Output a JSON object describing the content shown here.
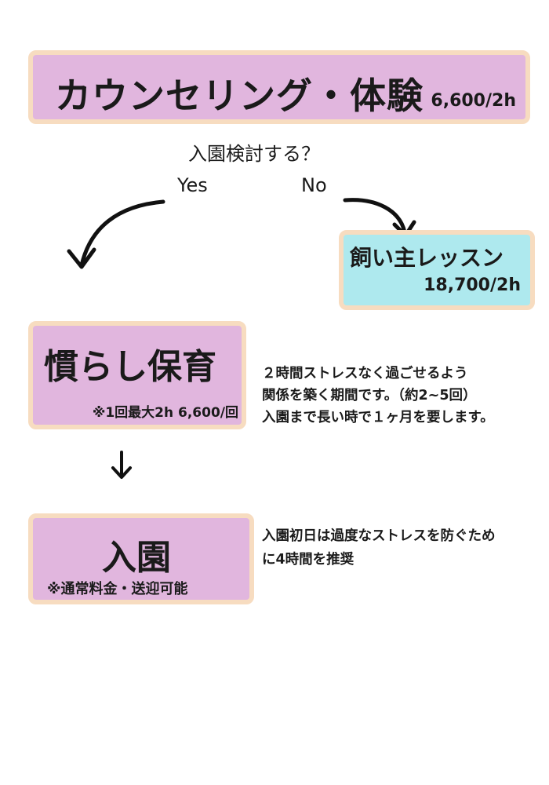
{
  "counseling": {
    "title": "カウンセリング・体験",
    "price": "6,600/2h"
  },
  "question": "入園検討する？",
  "yes_label": "Yes",
  "no_label": "No",
  "owner_lesson": {
    "title": "飼い主レッスン",
    "price": "18,700/2h"
  },
  "acclimation": {
    "title": "慣らし保育",
    "note": "※1回最大2h 6,600/回"
  },
  "acclimation_desc": [
    "２時間ストレスなく過ごせるよう",
    "関係を築く期間です。（約2~5回）",
    "入園まで長い時で１ヶ月を要します。"
  ],
  "enrollment": {
    "title": "入園",
    "note": "※通常料金・送迎可能"
  },
  "enrollment_desc": [
    "入園初日は過度なストレスを防ぐため",
    "に4時間を推奨"
  ],
  "colors": {
    "pink": "#e1b6de",
    "cyan": "#aee9ee",
    "border": "#f7dcc0"
  }
}
